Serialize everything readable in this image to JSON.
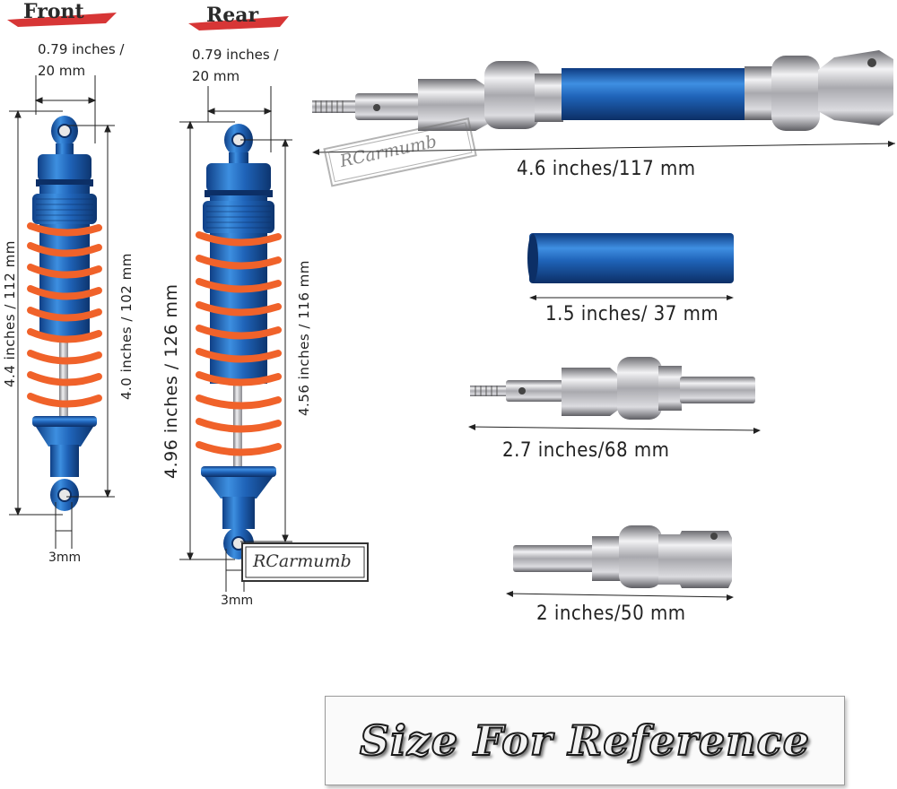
{
  "labels": {
    "front_tag": "Front",
    "rear_tag": "Rear",
    "front_width_in": "0.79 inches /",
    "front_width_mm": "20 mm",
    "rear_width_in": "0.79 inches /",
    "rear_width_mm": "20 mm",
    "front_total": "4.4 inches / 112 mm",
    "front_inner": "4.0 inches / 102 mm",
    "front_eye": "3mm",
    "rear_total": "4.96 inches / 126 mm",
    "rear_inner": "4.56 inches / 116 mm",
    "rear_eye": "3mm",
    "shaft_long": "4.6 inches/117 mm",
    "tube": "1.5 inches/ 37 mm",
    "shaft_mid": "2.7 inches/68 mm",
    "shaft_short": "2 inches/50 mm",
    "watermark": "RCarmumb",
    "banner": "Size For Reference"
  },
  "colors": {
    "anodized_blue": "#1f63b8",
    "spring_orange": "#f0622a",
    "chrome": "#b8b8bc"
  }
}
